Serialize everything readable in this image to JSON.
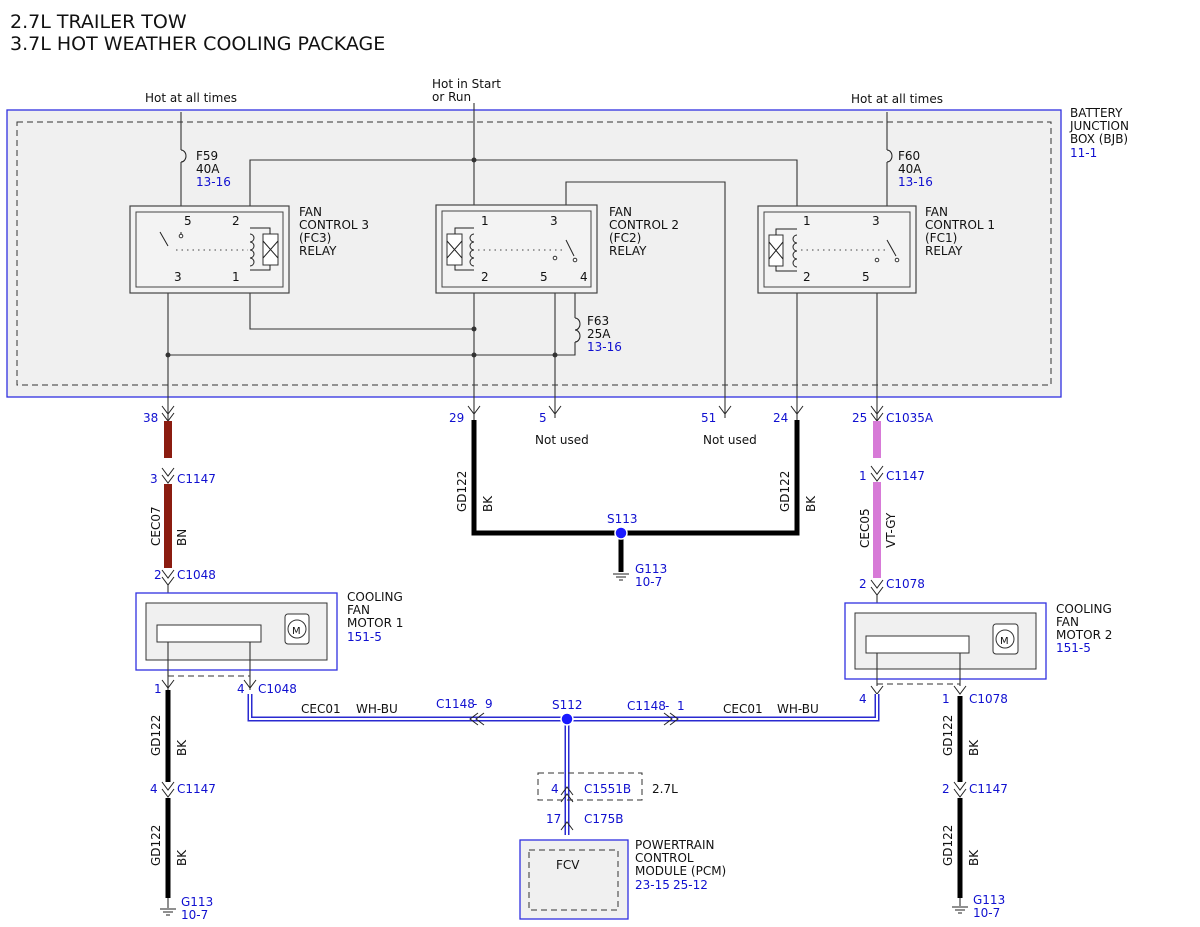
{
  "title": {
    "line1": "2.7L TRAILER TOW",
    "line2": "3.7L HOT WEATHER COOLING PACKAGE"
  },
  "power": {
    "left": "Hot at all times",
    "middle_1": "Hot in Start",
    "middle_2": "or Run",
    "right": "Hot at all times"
  },
  "bjb": {
    "line1": "BATTERY",
    "line2": "JUNCTION",
    "line3": "BOX (BJB)",
    "ref": "11-1"
  },
  "fuses": {
    "f59": {
      "name": "F59",
      "rating": "40A",
      "ref": "13-16"
    },
    "f60": {
      "name": "F60",
      "rating": "40A",
      "ref": "13-16"
    },
    "f63": {
      "name": "F63",
      "rating": "25A",
      "ref": "13-16"
    }
  },
  "relays": {
    "fc3": {
      "line1": "FAN",
      "line2": "CONTROL 3",
      "line3": "(FC3)",
      "line4": "RELAY",
      "pins": [
        "5",
        "2",
        "3",
        "1"
      ]
    },
    "fc2": {
      "line1": "FAN",
      "line2": "CONTROL 2",
      "line3": "(FC2)",
      "line4": "RELAY",
      "pins": [
        "1",
        "3",
        "2",
        "5",
        "4"
      ]
    },
    "fc1": {
      "line1": "FAN",
      "line2": "CONTROL 1",
      "line3": "(FC1)",
      "line4": "RELAY",
      "pins": [
        "1",
        "3",
        "2",
        "5"
      ]
    }
  },
  "bjb_pins": {
    "p38": "38",
    "p29": "29",
    "p5": "5",
    "p51": "51",
    "p24": "24",
    "p25": "25",
    "c1035a": "C1035A"
  },
  "not_used": "Not used",
  "left_branch": {
    "pin3": "3",
    "c1147": "C1147",
    "circuit": "CEC07",
    "color": "BN",
    "pin2": "2",
    "c1048": "C1048"
  },
  "ground_bus": {
    "left_circuit": "GD122",
    "left_color": "BK",
    "right_circuit": "GD122",
    "right_color": "BK",
    "splice": "S113",
    "ground": "G113",
    "ground_ref": "10-7"
  },
  "right_branch": {
    "pin1": "1",
    "c1147": "C1147",
    "circuit": "CEC05",
    "color": "VT-GY",
    "pin2": "2",
    "c1078": "C1078"
  },
  "motor1": {
    "line1": "COOLING",
    "line2": "FAN",
    "line3": "MOTOR 1",
    "ref": "151-5",
    "symbol": "M"
  },
  "motor2": {
    "line1": "COOLING",
    "line2": "FAN",
    "line3": "MOTOR 2",
    "ref": "151-5",
    "symbol": "M"
  },
  "bottom_left": {
    "pin1": "1",
    "pin4": "4",
    "c1048": "C1048",
    "circuit": "GD122",
    "color": "BK",
    "pin4b": "4",
    "c1147": "C1147",
    "circuit2": "GD122",
    "color2": "BK",
    "ground": "G113",
    "ground_ref": "10-7"
  },
  "bottom_right": {
    "pin4": "4",
    "pin1": "1",
    "c1078": "C1078",
    "circuit": "GD122",
    "color": "BK",
    "pin2": "2",
    "c1147": "C1147",
    "circuit2": "GD122",
    "color2": "BK",
    "ground": "G113",
    "ground_ref": "10-7"
  },
  "signal": {
    "circuit_left": "CEC01",
    "color_left": "WH-BU",
    "conn_left": "C1148",
    "dash_left": "-",
    "pin_left": "9",
    "splice": "S112",
    "conn_right": "C1148",
    "dash_right": "-",
    "pin_right": "1",
    "circuit_right": "CEC01",
    "color_right": "WH-BU"
  },
  "pcm": {
    "c1551b_pin": "4",
    "c1551b": "C1551B",
    "engine": "2.7L",
    "c175b_pin": "17",
    "c175b": "C175B",
    "fcv": "FCV",
    "line1": "POWERTRAIN",
    "line2": "CONTROL",
    "line3": "MODULE (PCM)",
    "ref1": "23-15",
    "ref2": "25-12"
  },
  "colors": {
    "wire_bn": "#8b1c10",
    "wire_vt_gy": "#d77ad7",
    "wire_wh_bu": "#2a2ad0",
    "ref_blue": "#1010d0",
    "box_blue": "#3030e0"
  }
}
